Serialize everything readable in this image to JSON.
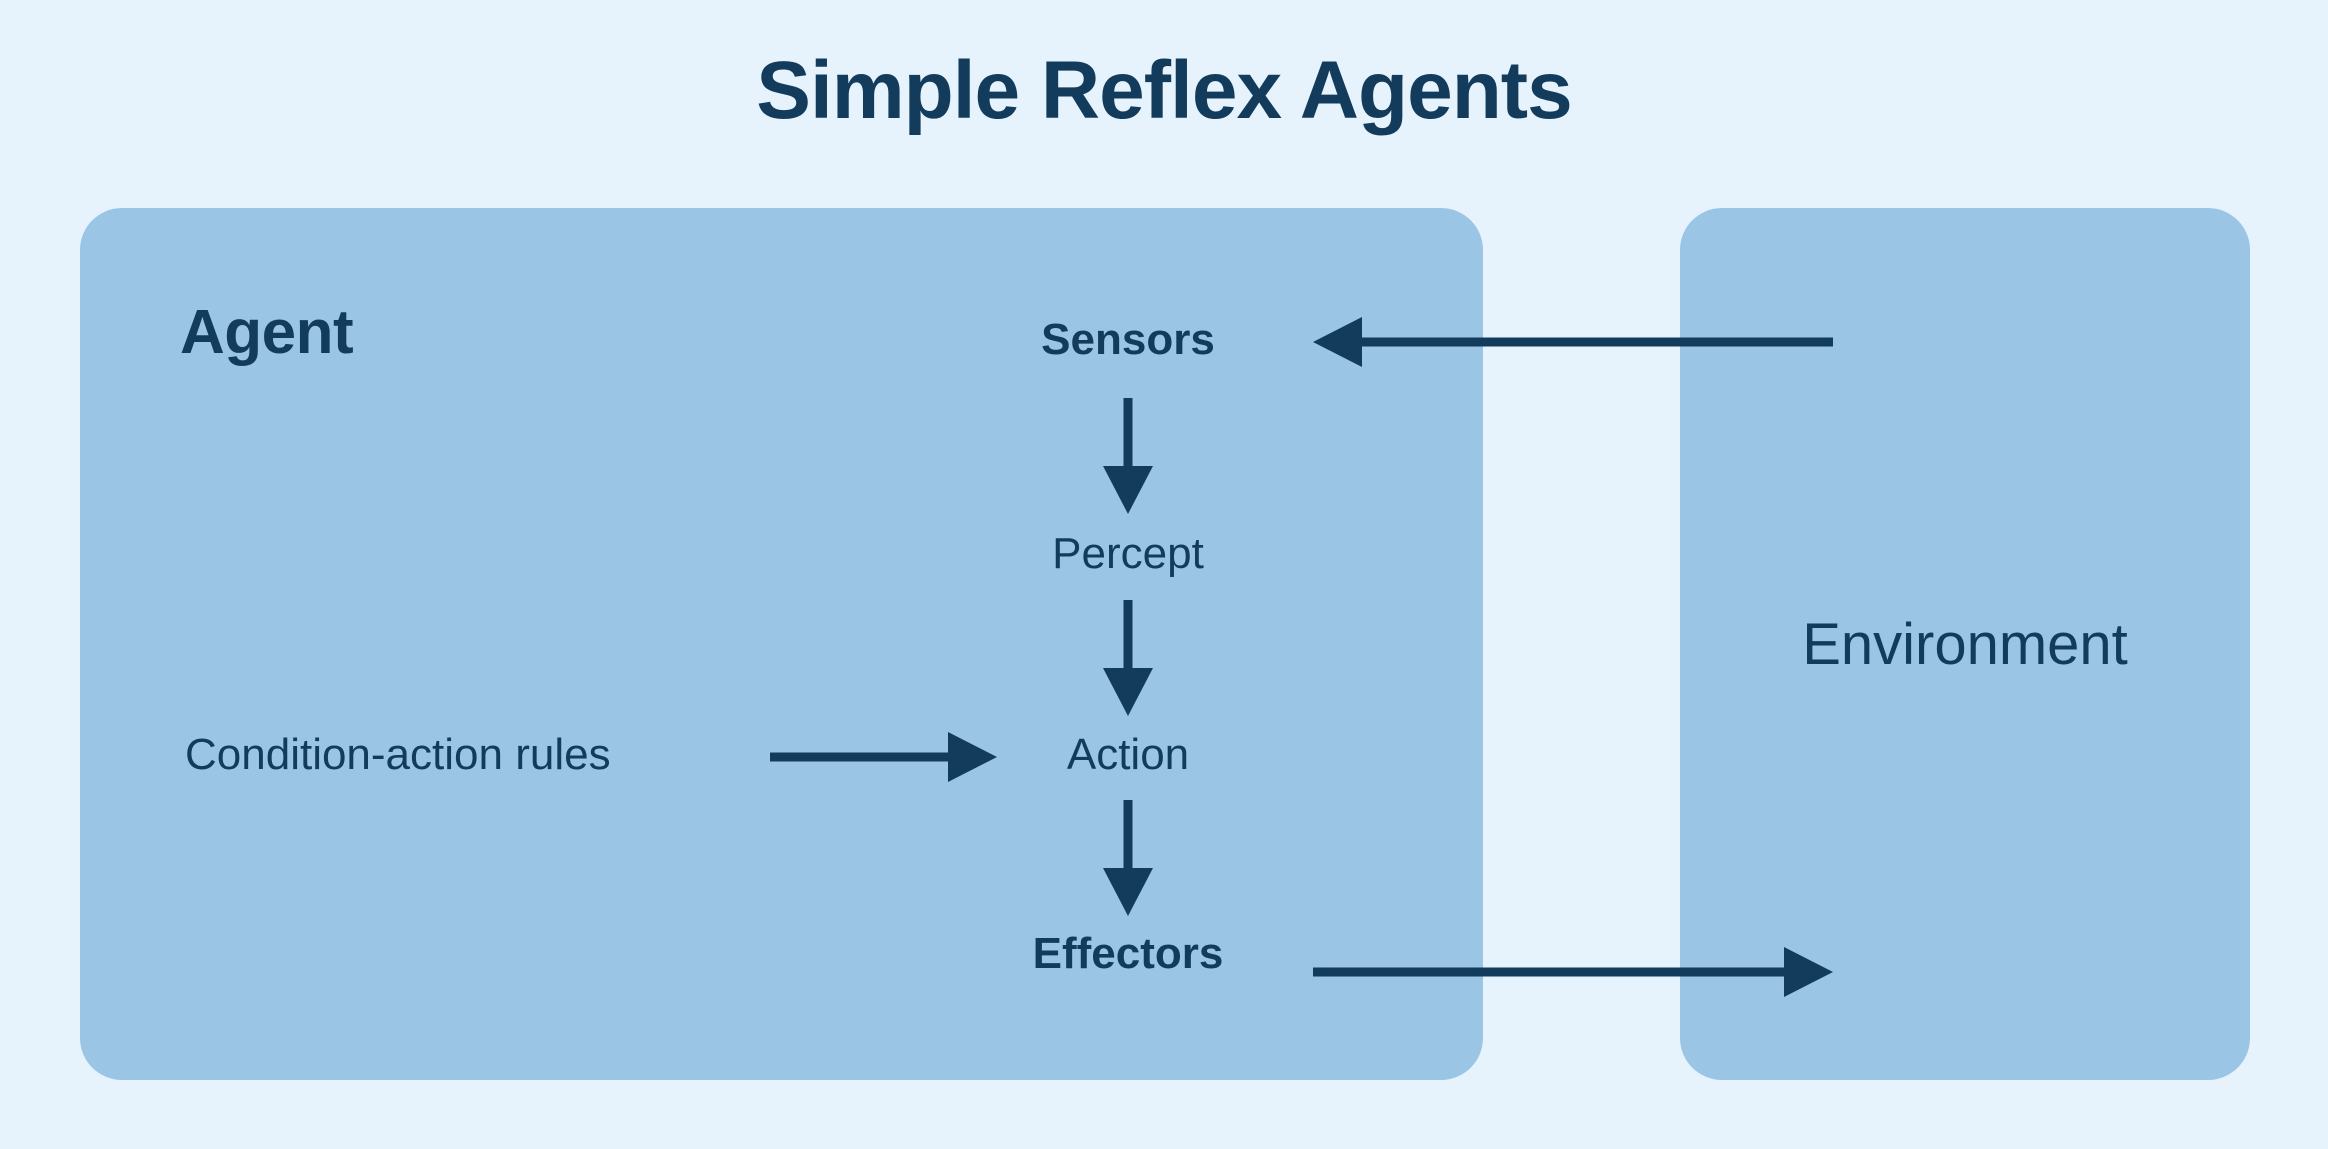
{
  "diagram": {
    "title": "Simple Reflex Agents",
    "background_color": "#e7f3fc",
    "panel_color": "#9bc5e4",
    "ink_color": "#133c5c",
    "panels": [
      {
        "id": "agent",
        "label": "Agent"
      },
      {
        "id": "environment",
        "label": "Environment"
      }
    ],
    "nodes": [
      {
        "id": "sensors",
        "label": "Sensors",
        "bold": true
      },
      {
        "id": "percept",
        "label": "Percept",
        "bold": false
      },
      {
        "id": "action",
        "label": "Action",
        "bold": false
      },
      {
        "id": "effectors",
        "label": "Effectors",
        "bold": true
      },
      {
        "id": "rules",
        "label": "Condition-action rules",
        "bold": false
      }
    ],
    "arrows": [
      {
        "id": "environment-to-sensors",
        "from": "environment",
        "to": "sensors",
        "direction": "left"
      },
      {
        "id": "sensors-to-percept",
        "from": "sensors",
        "to": "percept",
        "direction": "down"
      },
      {
        "id": "percept-to-action",
        "from": "percept",
        "to": "action",
        "direction": "down"
      },
      {
        "id": "rules-to-action",
        "from": "rules",
        "to": "action",
        "direction": "right"
      },
      {
        "id": "action-to-effectors",
        "from": "action",
        "to": "effectors",
        "direction": "down"
      },
      {
        "id": "effectors-to-environment",
        "from": "effectors",
        "to": "environment",
        "direction": "right"
      }
    ]
  }
}
